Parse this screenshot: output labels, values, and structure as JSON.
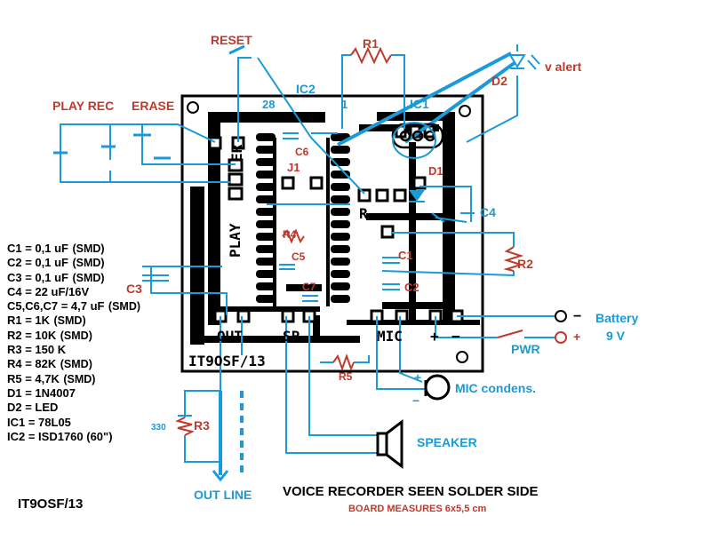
{
  "labels": {
    "reset": "RESET",
    "play_rec": "PLAY REC",
    "erase": "ERASE",
    "ic2": "IC2",
    "ic1": "IC1",
    "r1": "R1",
    "d2": "D2",
    "v_alert": "v alert",
    "pin28": "28",
    "pin1": "1",
    "c6_top": "C6",
    "j1": "J1",
    "d1": "D1",
    "c4": "C4",
    "r4": "R4",
    "c5": "C5",
    "c1": "C1",
    "c3": "C3",
    "c2": "C2",
    "c7": "C7",
    "r2": "R2",
    "r3": "R3",
    "r5": "R5",
    "r3_value": "330",
    "battery": "Battery",
    "battery_volts": "9 V",
    "pwr": "PWR",
    "minus": "−",
    "plus": "+",
    "mic_condens": "MIC condens.",
    "speaker": "SPEAKER",
    "out_line": "OUT LINE",
    "author": "IT9OSF/13",
    "title": "VOICE RECORDER SEEN SOLDER SIDE",
    "board_measures": "BOARD MEASURES  6x5,5 cm"
  },
  "silkscreen": {
    "er": "ER",
    "rec": "REC",
    "play": "PLAY",
    "r": "R",
    "out": "OUT",
    "sp": "SP",
    "mic": "MIC",
    "plus": "+",
    "minus": "−",
    "board_id": "IT9OSF/13"
  },
  "parts_list": [
    {
      "ref": "C1 = 0,1 uF",
      "note": "(SMD)"
    },
    {
      "ref": "C2 = 0,1 uF",
      "note": "(SMD)"
    },
    {
      "ref": "C3 = 0,1 uF",
      "note": "(SMD)"
    },
    {
      "ref": "C4 = 22 uF/16V",
      "note": ""
    },
    {
      "ref": "C5,C6,C7 = 4,7 uF",
      "note": "(SMD)"
    },
    {
      "ref": "R1 = 1K",
      "note": "(SMD)"
    },
    {
      "ref": "R2 = 10K",
      "note": "(SMD)"
    },
    {
      "ref": "R3 = 150 K",
      "note": ""
    },
    {
      "ref": "R4 = 82K",
      "note": "(SMD)"
    },
    {
      "ref": "R5 = 4,7K",
      "note": "(SMD)"
    },
    {
      "ref": "D1 = 1N4007",
      "note": ""
    },
    {
      "ref": "D2 = LED",
      "note": ""
    },
    {
      "ref": "IC1 = 78L05",
      "note": ""
    },
    {
      "ref": "IC2 = ISD1760 (60\")",
      "note": ""
    }
  ],
  "colors": {
    "wire_blue": "#1a9ad6",
    "label_red": "#c0392b",
    "copper_black": "#000000"
  }
}
